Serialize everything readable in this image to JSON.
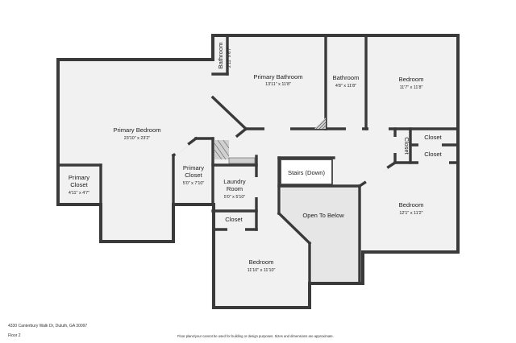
{
  "rooms": {
    "primary_bedroom": {
      "name": "Primary Bedroom",
      "dims": "23'10\" x 23'2\""
    },
    "primary_closet_left": {
      "name1": "Primary",
      "name2": "Closet",
      "dims": "4'11\" x 4'7\""
    },
    "bathroom_small": {
      "name": "Bathroom",
      "dims": "2'11\" x 6'7\""
    },
    "primary_bathroom": {
      "name": "Primary Bathroom",
      "dims": "13'11\" x 11'8\""
    },
    "bathroom": {
      "name": "Bathroom",
      "dims": "4'8\" x 11'8\""
    },
    "bedroom_top_right": {
      "name": "Bedroom",
      "dims": "11'7\" x 11'8\""
    },
    "primary_closet_mid": {
      "name1": "Primary",
      "name2": "Closet",
      "dims": "5'0\" x 7'10\""
    },
    "laundry": {
      "name1": "Laundry",
      "name2": "Room",
      "dims": "5'0\" x 5'10\""
    },
    "closet_laundry": {
      "name": "Closet"
    },
    "stairs": {
      "name": "Stairs (Down)"
    },
    "open_to_below": {
      "name": "Open To Below"
    },
    "bedroom_bottom": {
      "name": "Bedroom",
      "dims": "11'10\" x 11'10\""
    },
    "bedroom_right": {
      "name": "Bedroom",
      "dims": "12'1\" x 11'2\""
    },
    "closet_vertical": {
      "name": "Closet"
    },
    "closet_right_top": {
      "name": "Closet"
    },
    "closet_right_bottom": {
      "name": "Closet"
    }
  },
  "footer": {
    "address": "4330 Canterbury Walk Dr, Duluth, GA 30097",
    "floor": "Floor 2",
    "disclaimer": "Floor plans/your cannot be used for building or design purposes. Sizes and dimensions are approximate."
  }
}
